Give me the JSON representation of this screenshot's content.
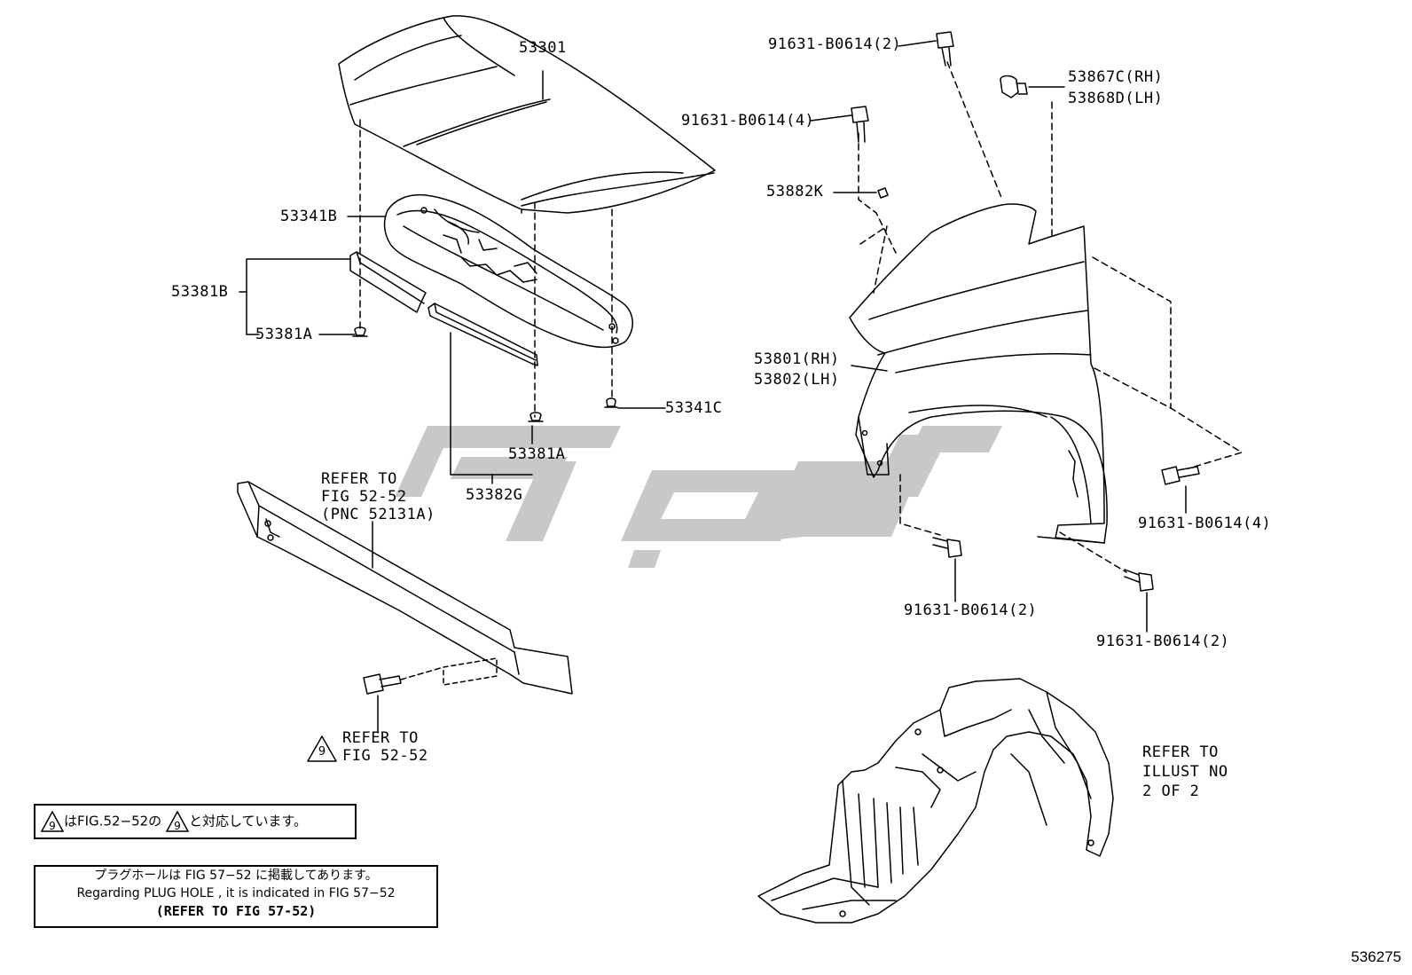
{
  "labels": {
    "hood": "53301",
    "hood_insulator": "53341B",
    "seal_set": "53381B",
    "seal_clip_left": "53381A",
    "seal_clip_mid": "53381A",
    "insulator_clip": "53341C",
    "seal_rear": "53382G",
    "bolt_top": "91631-B0614(2)",
    "bolt_upper": "91631-B0614(4)",
    "clip_rh": "53867C(RH)",
    "clip_lh": "53868D(LH)",
    "fender_plate": "53882K",
    "fender_rh": "53801(RH)",
    "fender_lh": "53802(LH)",
    "bolt_right": "91631-B0614(4)",
    "bolt_lower_left": "91631-B0614(2)",
    "bolt_lower_right": "91631-B0614(2)",
    "refer_absorber_1": "REFER TO",
    "refer_absorber_2": "FIG 52-52",
    "refer_absorber_3": "(PNC 52131A)",
    "refer_bolt_1": "REFER TO",
    "refer_bolt_2": "FIG 52-52",
    "refer_liner_1": "REFER TO",
    "refer_liner_2": "ILLUST NO",
    "refer_liner_3": "2 OF 2"
  },
  "symbol_number": "9",
  "note1": {
    "part1": "はFIG.52−52の",
    "part2": "と対応しています。"
  },
  "note2": {
    "line1": "プラグホールは FIG  57−52 に掲載してあります。",
    "line2": "Regarding  PLUG  HOLE , it is indicated in  FIG  57−52",
    "line3": "(REFER TO FIG 57-52)"
  },
  "figure_number": "536275",
  "watermark_color": "#c8c8c8"
}
